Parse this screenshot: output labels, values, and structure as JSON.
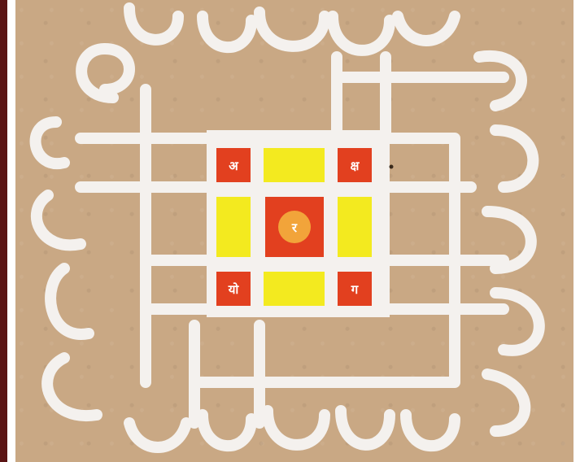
{
  "colors": {
    "paper": "#c9a884",
    "lines": "#f4f1ee",
    "red": "#e2401f",
    "yellow": "#f3ea1f",
    "center_circle": "#f2a43a",
    "left_border": "#5a1414"
  },
  "yantra": {
    "corner_top_left": "अ",
    "corner_top_right": "क्ष",
    "corner_bottom_left": "यो",
    "corner_bottom_right": "ग",
    "center": "र"
  }
}
